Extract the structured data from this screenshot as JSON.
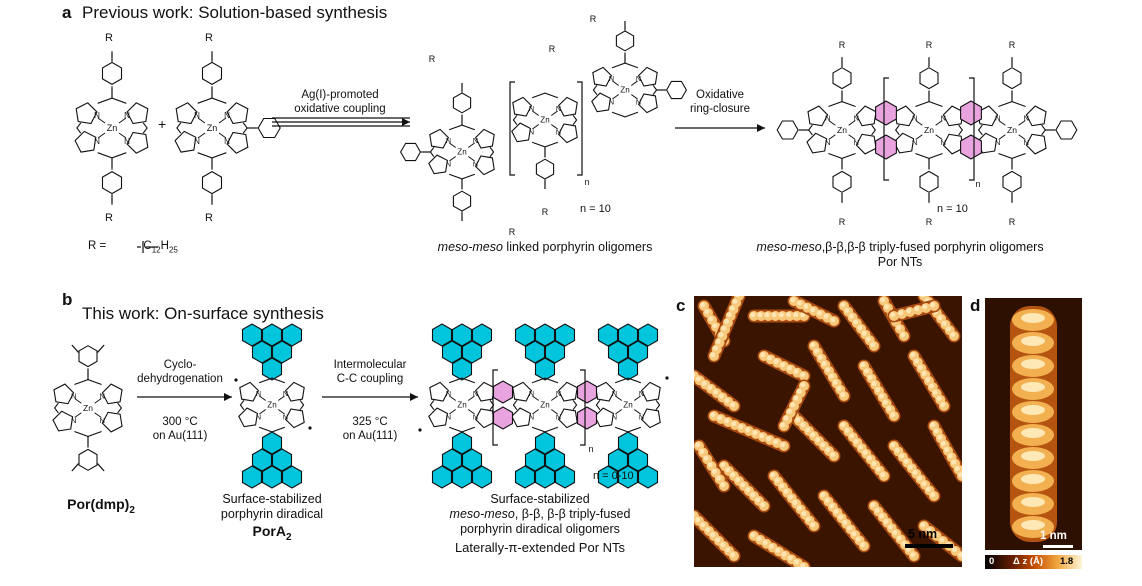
{
  "panel_a": {
    "letter": "a",
    "title": "Previous work: Solution-based synthesis",
    "r_def": "R =",
    "r_group": "C",
    "r_sub": "12",
    "r_h": "H",
    "r_hsub": "25",
    "plus": "+",
    "step1_line1": "Ag(I)-promoted",
    "step1_line2": "oxidative coupling",
    "step2_line1": "Oxidative",
    "step2_line2": "ring-closure",
    "n_label_1": "n = 10",
    "n_label_2": "n = 10",
    "n_sub": "n",
    "caption1_italic": "meso-meso",
    "caption1_rest": " linked porphyrin oligomers",
    "caption2_italic": "meso-meso",
    "caption2_rest": ",β-β,β-β triply-fused porphyrin oligomers",
    "caption2_line2": "Por NTs",
    "R": "R",
    "Zn": "Zn",
    "N": "N"
  },
  "panel_b": {
    "letter": "b",
    "title": "This work: On-surface synthesis",
    "start_label": "Por(dmp)",
    "start_sub": "2",
    "step1_line1": "Cyclo-",
    "step1_line2": "dehydrogenation",
    "step1_temp": "300 °C",
    "step1_surface": "on Au(111)",
    "step2_line1": "Intermolecular",
    "step2_line2": "C-C coupling",
    "step2_temp": "325 °C",
    "step2_surface": "on Au(111)",
    "mid_caption1": "Surface-stabilized",
    "mid_caption2": "porphyrin diradical",
    "mid_label": "PorA",
    "mid_sub": "2",
    "n_label": "n = 0-10",
    "prod_caption1": "Surface-stabilized",
    "prod_caption2_italic": "meso-meso",
    "prod_caption2_rest": ", β-β, β-β triply-fused",
    "prod_caption3": "porphyrin diradical oligomers",
    "prod_caption4": "Laterally-π-extended Por NTs"
  },
  "panel_c": {
    "letter": "c",
    "scale": "5 nm"
  },
  "panel_d": {
    "letter": "d",
    "scale": "1 nm",
    "cb_min": "0",
    "cb_label": "Δ z (Å)",
    "cb_max": "1.8"
  },
  "colors": {
    "cyan": "#00c5dc",
    "pink": "#e9a3de",
    "stm_dark": "#3a1600",
    "stm_bright": "#fff0c8"
  }
}
